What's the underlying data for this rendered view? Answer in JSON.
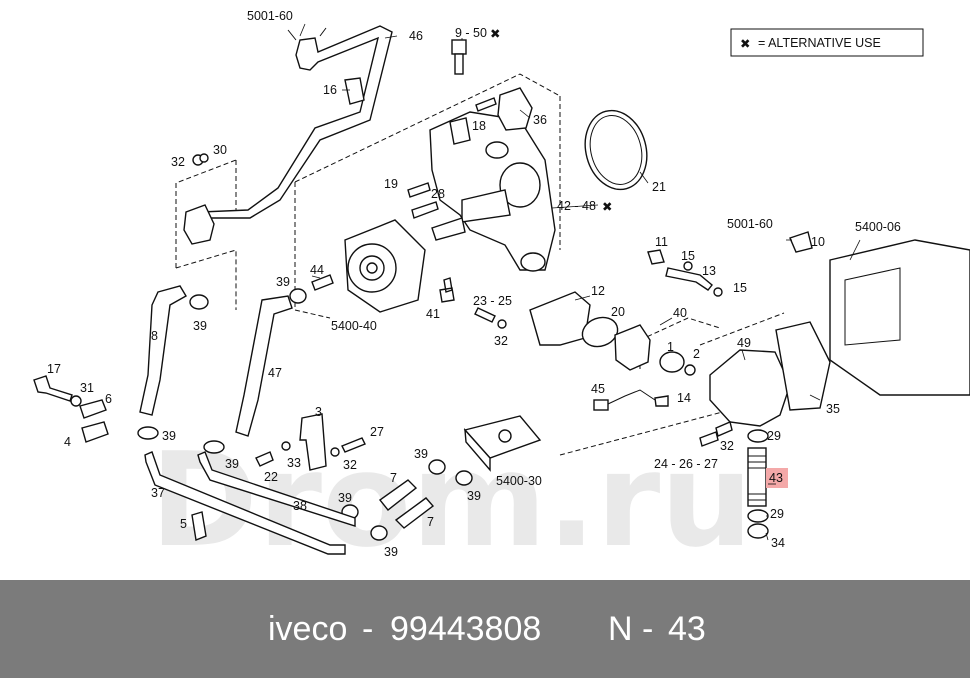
{
  "legend": {
    "symbol": "✖",
    "text": "= ALTERNATIVE USE"
  },
  "watermark": "Drom.ru",
  "highlight_color": "#f4a9a9",
  "callouts": [
    {
      "id": "c-5001-60-top",
      "text": "5001-60"
    },
    {
      "id": "c-46",
      "text": "46"
    },
    {
      "id": "c-9-50",
      "text": "9 - 50"
    },
    {
      "id": "c-16",
      "text": "16"
    },
    {
      "id": "c-18",
      "text": "18"
    },
    {
      "id": "c-36",
      "text": "36"
    },
    {
      "id": "c-32a",
      "text": "32"
    },
    {
      "id": "c-30",
      "text": "30"
    },
    {
      "id": "c-21",
      "text": "21"
    },
    {
      "id": "c-19",
      "text": "19"
    },
    {
      "id": "c-28",
      "text": "28"
    },
    {
      "id": "c-42-48",
      "text": "42 - 48"
    },
    {
      "id": "c-5001-60-right",
      "text": "5001-60"
    },
    {
      "id": "c-5400-06",
      "text": "5400-06"
    },
    {
      "id": "c-11",
      "text": "11"
    },
    {
      "id": "c-10",
      "text": "10"
    },
    {
      "id": "c-15a",
      "text": "15"
    },
    {
      "id": "c-13",
      "text": "13"
    },
    {
      "id": "c-15b",
      "text": "15"
    },
    {
      "id": "c-39a",
      "text": "39"
    },
    {
      "id": "c-44",
      "text": "44"
    },
    {
      "id": "c-12",
      "text": "12"
    },
    {
      "id": "c-23-25",
      "text": "23 - 25"
    },
    {
      "id": "c-20",
      "text": "20"
    },
    {
      "id": "c-40",
      "text": "40"
    },
    {
      "id": "c-39b",
      "text": "39"
    },
    {
      "id": "c-41",
      "text": "41"
    },
    {
      "id": "c-5400-40",
      "text": "5400-40"
    },
    {
      "id": "c-32b",
      "text": "32"
    },
    {
      "id": "c-8",
      "text": "8"
    },
    {
      "id": "c-49",
      "text": "49"
    },
    {
      "id": "c-1",
      "text": "1"
    },
    {
      "id": "c-2",
      "text": "2"
    },
    {
      "id": "c-47",
      "text": "47"
    },
    {
      "id": "c-17",
      "text": "17"
    },
    {
      "id": "c-31",
      "text": "31"
    },
    {
      "id": "c-6",
      "text": "6"
    },
    {
      "id": "c-45",
      "text": "45"
    },
    {
      "id": "c-14",
      "text": "14"
    },
    {
      "id": "c-35",
      "text": "35"
    },
    {
      "id": "c-4",
      "text": "4"
    },
    {
      "id": "c-3",
      "text": "3"
    },
    {
      "id": "c-27",
      "text": "27"
    },
    {
      "id": "c-39c",
      "text": "39"
    },
    {
      "id": "c-39d",
      "text": "39"
    },
    {
      "id": "c-39e",
      "text": "39"
    },
    {
      "id": "c-33",
      "text": "33"
    },
    {
      "id": "c-32c",
      "text": "32"
    },
    {
      "id": "c-29a",
      "text": "29"
    },
    {
      "id": "c-32d",
      "text": "32"
    },
    {
      "id": "c-24-26-27",
      "text": "24 - 26 - 27"
    },
    {
      "id": "c-22",
      "text": "22"
    },
    {
      "id": "c-7a",
      "text": "7"
    },
    {
      "id": "c-5400-30",
      "text": "5400-30"
    },
    {
      "id": "c-43",
      "text": "43"
    },
    {
      "id": "c-37",
      "text": "37"
    },
    {
      "id": "c-38",
      "text": "38"
    },
    {
      "id": "c-39f",
      "text": "39"
    },
    {
      "id": "c-39g",
      "text": "39"
    },
    {
      "id": "c-29b",
      "text": "29"
    },
    {
      "id": "c-5",
      "text": "5"
    },
    {
      "id": "c-7b",
      "text": "7"
    },
    {
      "id": "c-34",
      "text": "34"
    },
    {
      "id": "c-39h",
      "text": "39"
    }
  ],
  "footer": {
    "brand": "iveco",
    "separator": "-",
    "part_number": "99443808",
    "position_label": "N",
    "position_separator": "-",
    "position_number": "43"
  }
}
